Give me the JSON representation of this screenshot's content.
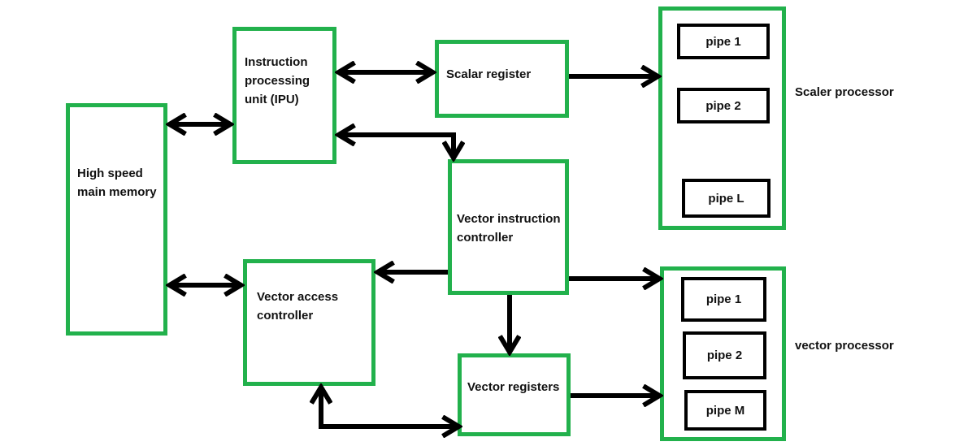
{
  "diagram": {
    "description": "Block diagram of a vector processor architecture",
    "colors": {
      "box_border": "#22b14c",
      "pipe_border": "#000000",
      "arrow": "#000000",
      "text": "#111111",
      "background": "#ffffff"
    },
    "nodes": {
      "main_memory": {
        "label": "High speed main memory"
      },
      "ipu": {
        "label": "Instruction processing unit (IPU)"
      },
      "scalar_register": {
        "label": "Scalar register"
      },
      "scaler_processor": {
        "label": "Scaler processor",
        "pipes": [
          "pipe 1",
          "pipe 2",
          "pipe L"
        ]
      },
      "vector_instruction_controller": {
        "label": "Vector instruction controller"
      },
      "vector_access_controller": {
        "label": "Vector access controller"
      },
      "vector_registers": {
        "label": "Vector registers"
      },
      "vector_processor": {
        "label": "vector processor",
        "pipes": [
          "pipe 1",
          "pipe 2",
          "pipe M"
        ]
      }
    },
    "connections": [
      {
        "from": "main_memory",
        "to": "ipu",
        "bidirectional": true
      },
      {
        "from": "ipu",
        "to": "scalar_register",
        "bidirectional": true
      },
      {
        "from": "scalar_register",
        "to": "scaler_processor",
        "bidirectional": false
      },
      {
        "from": "ipu",
        "to": "vector_instruction_controller",
        "bidirectional": true
      },
      {
        "from": "vector_instruction_controller",
        "to": "vector_access_controller",
        "bidirectional": false
      },
      {
        "from": "vector_instruction_controller",
        "to": "vector_processor",
        "bidirectional": false
      },
      {
        "from": "vector_instruction_controller",
        "to": "vector_registers",
        "bidirectional": false
      },
      {
        "from": "main_memory",
        "to": "vector_access_controller",
        "bidirectional": true
      },
      {
        "from": "vector_access_controller",
        "to": "vector_registers",
        "bidirectional": true
      },
      {
        "from": "vector_registers",
        "to": "vector_processor",
        "bidirectional": false
      }
    ]
  }
}
